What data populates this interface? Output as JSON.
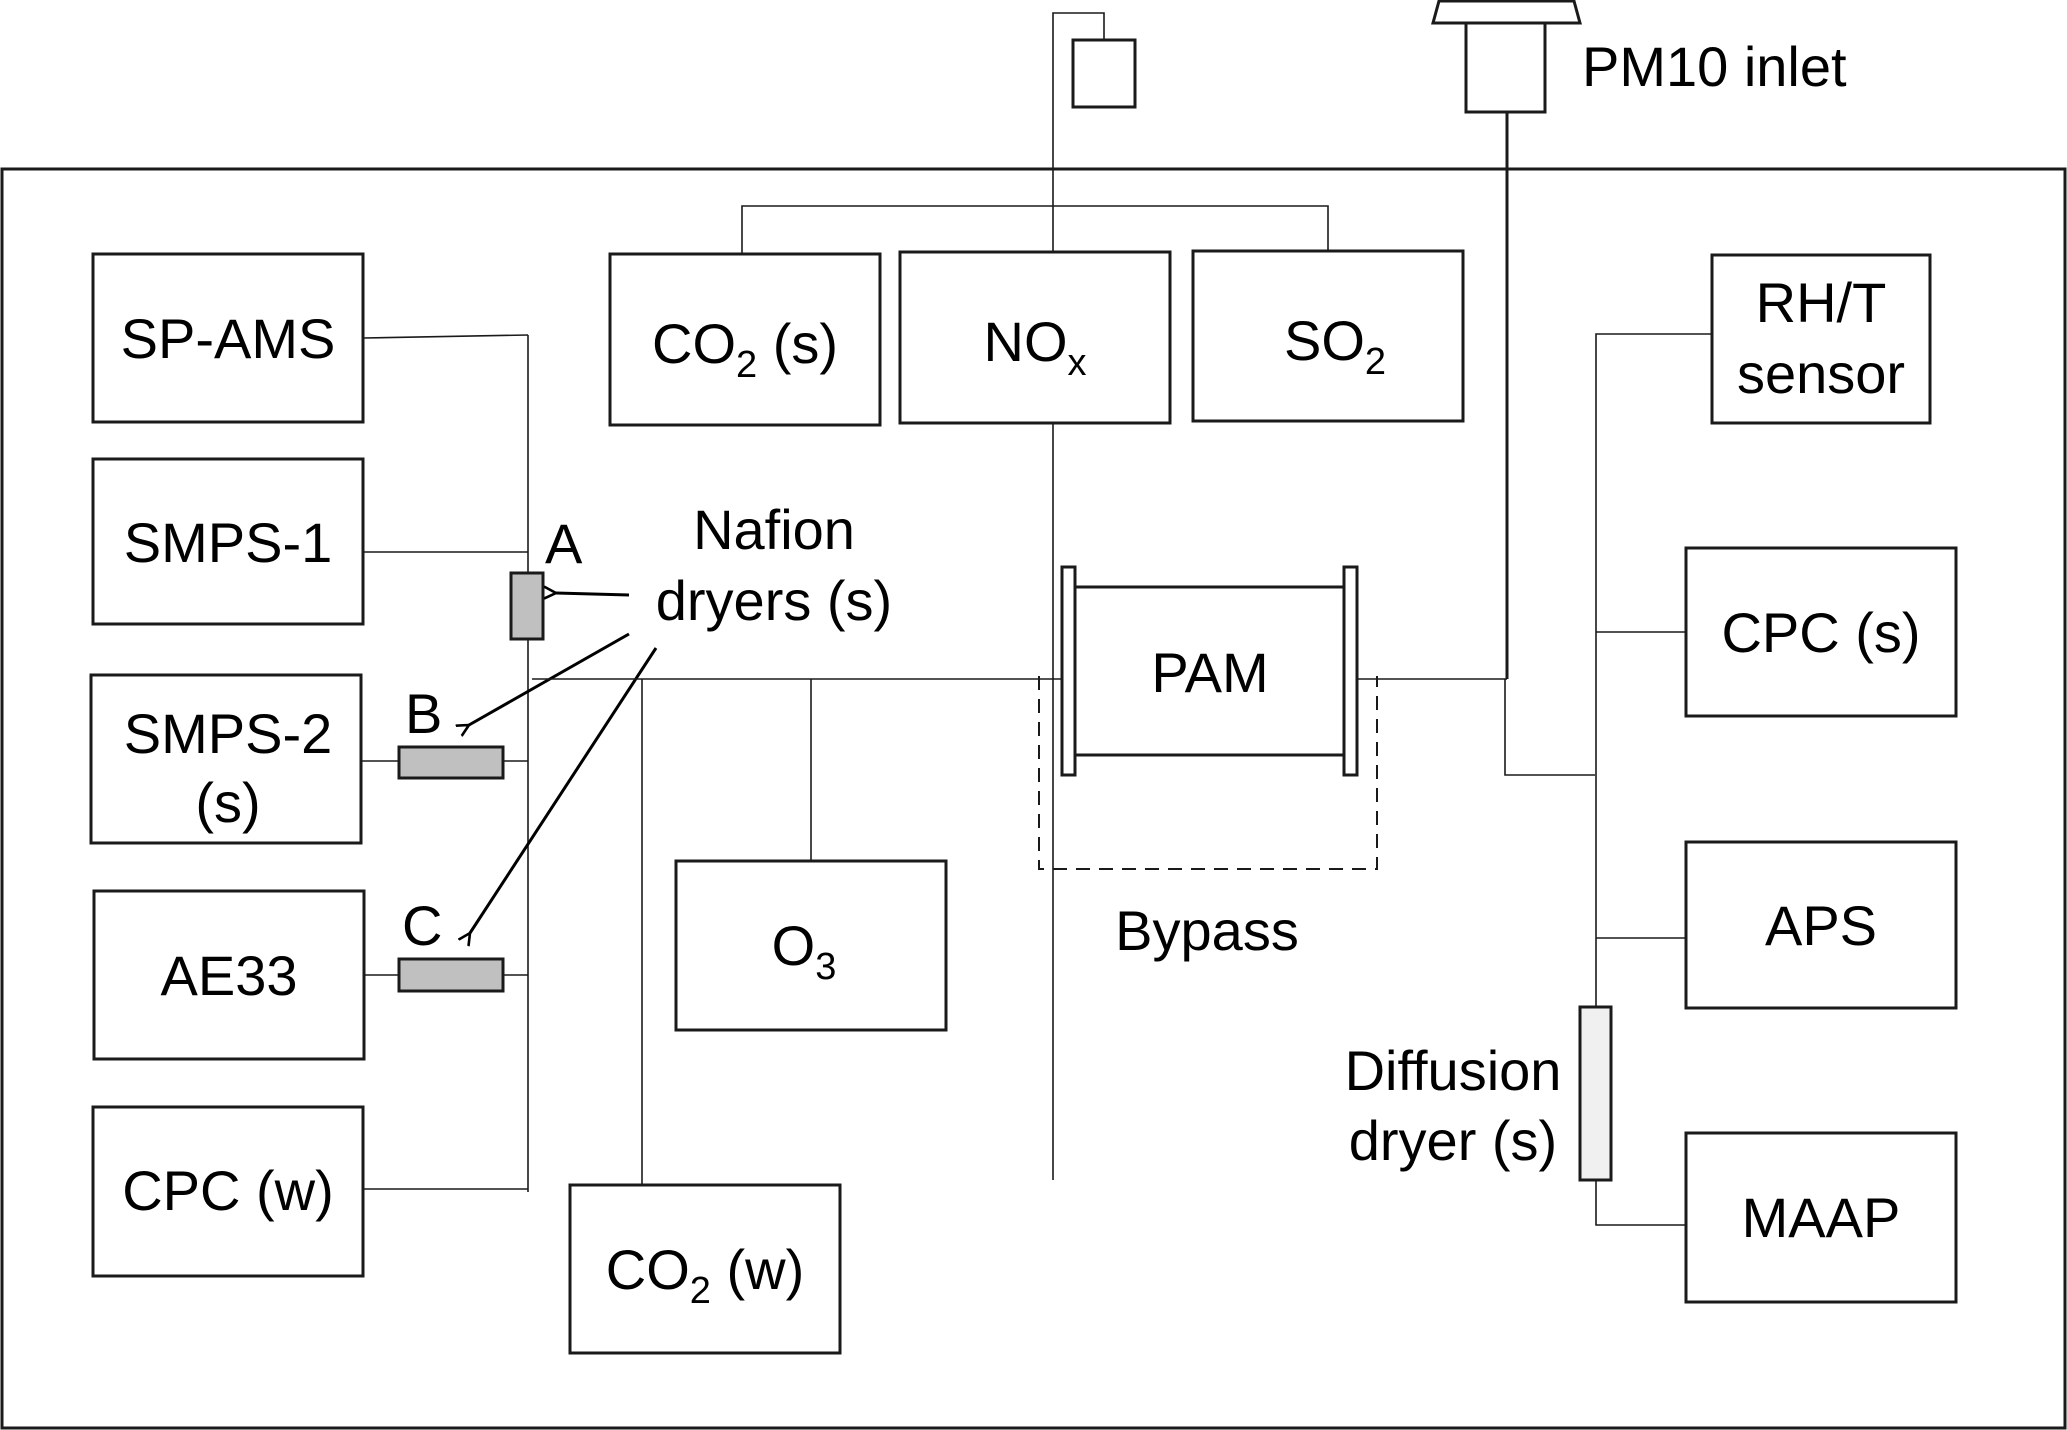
{
  "diagram": {
    "title": "Measurement setup schematic",
    "inlet_label": "PM10 inlet",
    "colors": {
      "stroke": "#1a1a1a",
      "nafion_dryer_fill": "#c0c0c0",
      "diffusion_dryer_fill": "#f0f0f0",
      "background": "#ffffff"
    },
    "instruments": {
      "sp_ams": "SP-AMS",
      "smps1": "SMPS-1",
      "smps2_line1": "SMPS-2",
      "smps2_line2": "(s)",
      "ae33": "AE33",
      "cpc_w": "CPC (w)",
      "co2_s": {
        "main": "CO",
        "sub": "2",
        "suffix": " (s)"
      },
      "nox": {
        "main": "NO",
        "sub": "x"
      },
      "so2": {
        "main": "SO",
        "sub": "2"
      },
      "o3": {
        "main": "O",
        "sub": "3"
      },
      "co2_w": {
        "main": "CO",
        "sub": "2",
        "suffix": " (w)"
      },
      "pam": "PAM",
      "rht_line1": "RH/T",
      "rht_line2": "sensor",
      "cpc_s": "CPC (s)",
      "aps": "APS",
      "maap": "MAAP"
    },
    "labels": {
      "nafion_line1": "Nafion",
      "nafion_line2": "dryers (s)",
      "dryer_a": "A",
      "dryer_b": "B",
      "dryer_c": "C",
      "bypass": "Bypass",
      "diffusion_line1": "Diffusion",
      "diffusion_line2": "dryer (s)"
    }
  }
}
